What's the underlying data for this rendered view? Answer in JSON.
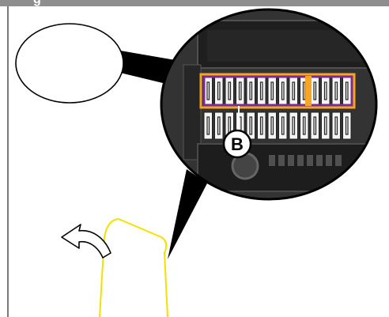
{
  "header": {
    "title_fragment": "g"
  },
  "callout": {
    "label": "B"
  },
  "colors": {
    "header_bar": "#8e8e8e",
    "magnifier_bg": "#2e2e2e",
    "fuse_highlight_gold": "#f5a623",
    "fuse_highlight_purple": "#7b2d8e",
    "panel_outline": "#f2e100",
    "line": "#000000"
  },
  "icons": [
    "rotate-arrow-icon",
    "magnifier-lens",
    "callout-bubble"
  ]
}
